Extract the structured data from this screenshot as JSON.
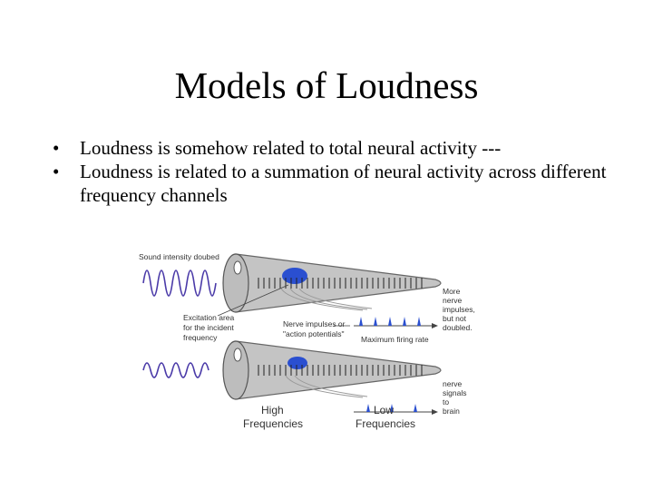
{
  "slide": {
    "title": "Models of Loudness",
    "bullets": [
      "Loudness is somehow related to total neural activity ---",
      "Loudness is related to a summation of neural activity across different frequency channels"
    ]
  },
  "figure": {
    "labels": {
      "sound_intensity": "Sound intensity doubed",
      "excitation_l1": "Excitation area",
      "excitation_l2": "for the incident",
      "excitation_l3": "frequency",
      "impulses_l1": "Nerve impulses or",
      "impulses_l2": "\"action potentials\"",
      "max_rate": "Maximum firing rate",
      "more_l1": "More",
      "more_l2": "nerve",
      "more_l3": "impulses,",
      "more_l4": "but not",
      "more_l5": "doubled.",
      "nerve_l1": "nerve",
      "nerve_l2": "signals",
      "nerve_l3": "to",
      "nerve_l4": "brain",
      "high_l1": "High",
      "high_l2": "Frequencies",
      "low_l1": "Low",
      "low_l2": "Frequencies"
    },
    "colors": {
      "wave": "#4a3aa8",
      "excitation": "#2a4fd0",
      "cochlea_fill": "#c4c4c4",
      "cochlea_stroke": "#666666"
    }
  }
}
